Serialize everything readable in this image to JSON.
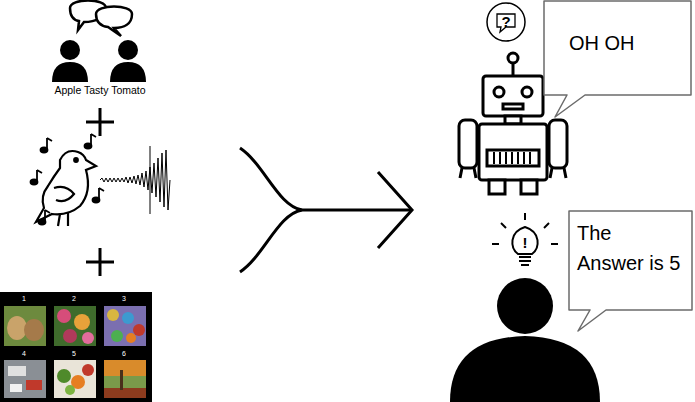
{
  "diagram": {
    "nodes": [
      {
        "text": [
          "?"
        ]
      },
      {
        "text": [
          "OH OH"
        ]
      },
      {
        "text": [
          "!"
        ]
      },
      {
        "text": [
          "The Answer is 5"
        ]
      }
    ],
    "labels": [
      "Apple Tasty Tomato",
      "1",
      "2",
      "3",
      "4",
      "5",
      "6"
    ]
  }
}
